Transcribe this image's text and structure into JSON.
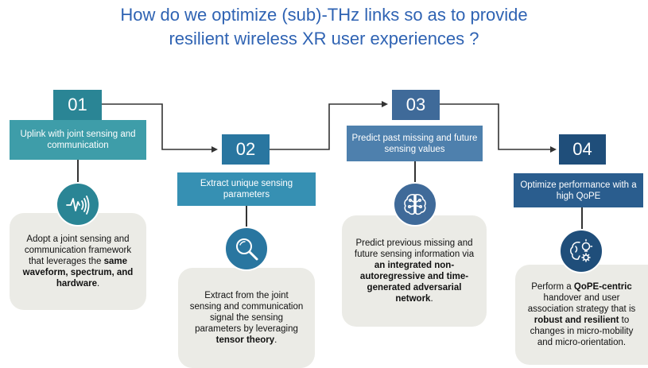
{
  "title": {
    "line1": "How do we optimize (sub)-THz links so as to provide",
    "line2": "resilient wireless XR user experiences ?"
  },
  "colors": {
    "title": "#2f63b3",
    "step1_dark": "#2a8595",
    "step1_light": "#3e9da9",
    "step2_dark": "#2976a0",
    "step2_light": "#3690b3",
    "step3_dark": "#3f6a99",
    "step3_light": "#4e80ad",
    "step4_dark": "#1f4e7a",
    "step4_light": "#2a5d8e",
    "card_bg": "#ebebe6",
    "connector": "#333333"
  },
  "steps": [
    {
      "number": "01",
      "label": "Uplink with joint sensing and communication",
      "icon": "waveform-wireless-icon",
      "description": {
        "before": "Adopt a joint sensing and communication framework that leverages the ",
        "bold": "same waveform, spectrum, and hardware",
        "after": "."
      }
    },
    {
      "number": "02",
      "label": "Extract unique sensing parameters",
      "icon": "magnifier-icon",
      "description": {
        "before": "Extract from the joint sensing and communication signal the sensing parameters by leveraging ",
        "bold": "tensor theory",
        "after": "."
      }
    },
    {
      "number": "03",
      "label": "Predict past missing and future sensing values",
      "icon": "brain-circuit-icon",
      "description": {
        "before": "Predict previous missing and future sensing information via ",
        "bold": "an integrated non-autoregressive and time-generated adversarial network",
        "after": "."
      }
    },
    {
      "number": "04",
      "label": "Optimize performance with a high QoPE",
      "icon": "brain-gear-idea-icon",
      "description": {
        "before": "Perform a ",
        "bold": "QoPE-centric",
        "middle": " handover and user association strategy that is ",
        "bold2": "robust and resilient",
        "after": " to changes in micro-mobility and micro-orientation."
      }
    }
  ]
}
